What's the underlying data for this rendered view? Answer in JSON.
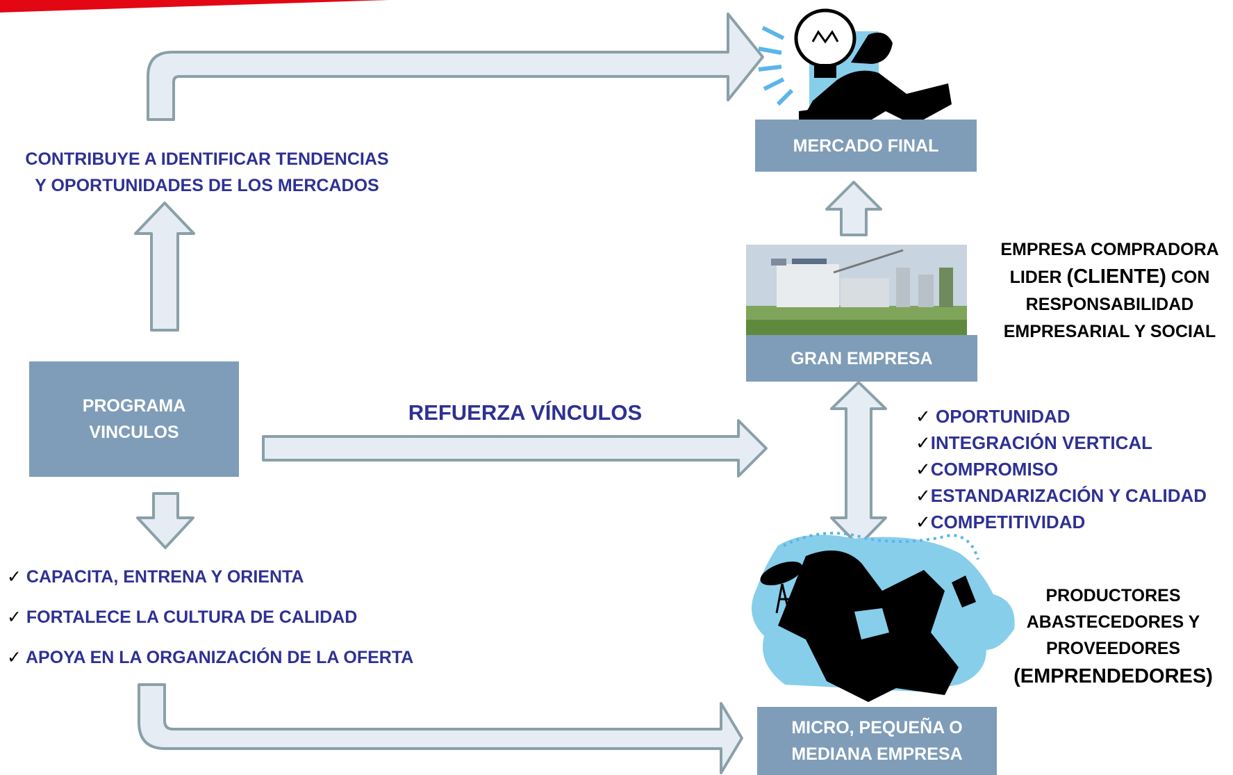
{
  "colors": {
    "box_fill": "#7f9db8",
    "box_text": "#ffffff",
    "arrow_fill": "#e6ecf4",
    "arrow_stroke": "#8aa0a8",
    "heading_text": "#2e3192",
    "accent_red": "#e30613",
    "clipart_blue": "#87ceeb"
  },
  "icons": {
    "mercado_clipart": "businessman-lightbulb-icon",
    "gran_empresa_photo": "factory-photo",
    "mipyme_clipart": "entrepreneur-multitasking-icon"
  },
  "programa": {
    "lines": [
      "PROGRAMA",
      "VINCULOS"
    ]
  },
  "mercado": {
    "label": "MERCADO FINAL"
  },
  "gran_empresa": {
    "label": "GRAN EMPRESA"
  },
  "mipyme": {
    "lines": [
      "MICRO, PEQUEÑA O",
      "MEDIANA EMPRESA"
    ]
  },
  "top_text": {
    "lines": [
      "CONTRIBUYE A IDENTIFICAR TENDENCIAS",
      "Y OPORTUNIDADES DE LOS MERCADOS"
    ]
  },
  "middle_text": "REFUERZA VÍNCULOS",
  "left_list": {
    "check": "✓",
    "items": [
      "CAPACITA, ENTRENA Y ORIENTA",
      "FORTALECE  LA CULTURA DE CALIDAD",
      "APOYA EN LA ORGANIZACIÓN DE LA OFERTA"
    ]
  },
  "right_list": {
    "check": "✓",
    "items": [
      " OPORTUNIDAD",
      "INTEGRACIÓN VERTICAL",
      "COMPROMISO",
      "ESTANDARIZACIÓN Y CALIDAD",
      "COMPETITIVIDAD"
    ]
  },
  "buyer_text": {
    "line1": "EMPRESA COMPRADORA",
    "line2_a": "LIDER ",
    "line2_b": "(CLIENTE)",
    "line2_c": " CON",
    "line3": "RESPONSABILIDAD",
    "line4": "EMPRESARIAL Y SOCIAL"
  },
  "producers_text": {
    "line1": "PRODUCTORES",
    "line2": "ABASTECEDORES Y",
    "line3": "PROVEEDORES",
    "line4": "(EMPRENDEDORES)"
  }
}
